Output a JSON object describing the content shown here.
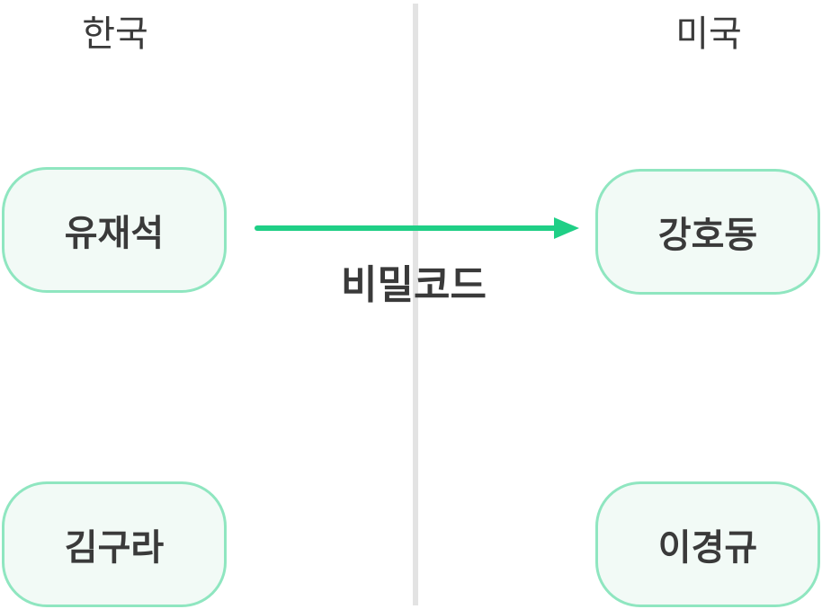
{
  "headers": {
    "left": "한국",
    "right": "미국"
  },
  "nodes": {
    "top_left": "유재석",
    "top_right": "강호동",
    "bottom_left": "김구라",
    "bottom_right": "이경규"
  },
  "edge": {
    "label": "비밀코드"
  },
  "colors": {
    "node_border": "#8fe6c0",
    "node_fill": "#f2faf6",
    "arrow": "#1fcf86",
    "divider": "#e3e3e3",
    "text": "#3a3a3a"
  }
}
